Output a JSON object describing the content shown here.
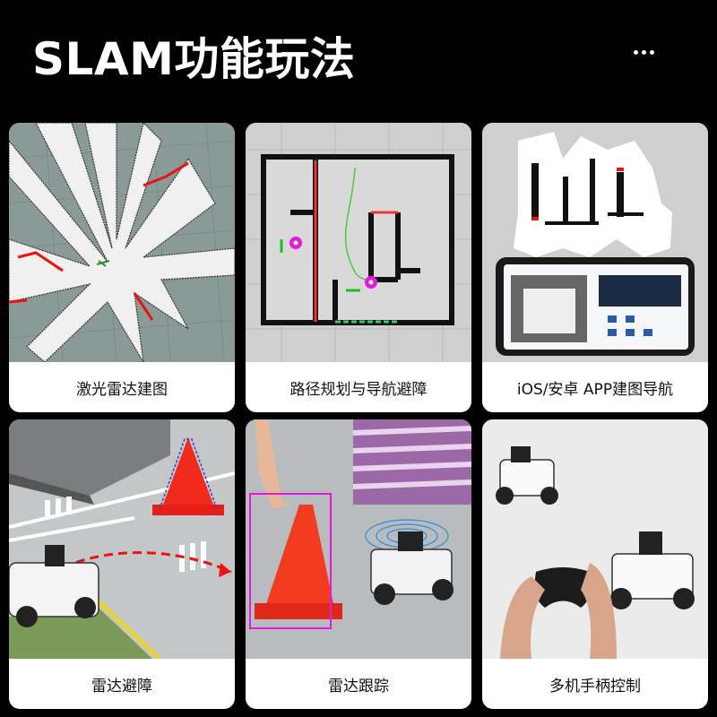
{
  "header": {
    "title": "SLAM功能玩法"
  },
  "cards": [
    {
      "label": "激光雷达建图"
    },
    {
      "label": "路径规划与导航避障"
    },
    {
      "label": "iOS/安卓 APP建图导航"
    },
    {
      "label": "雷达避障"
    },
    {
      "label": "雷达跟踪"
    },
    {
      "label": "多机手柄控制"
    }
  ],
  "colors": {
    "background": "#000000",
    "card": "#ffffff",
    "label_text": "#111111",
    "accent_magenta": "#e21ad9"
  }
}
